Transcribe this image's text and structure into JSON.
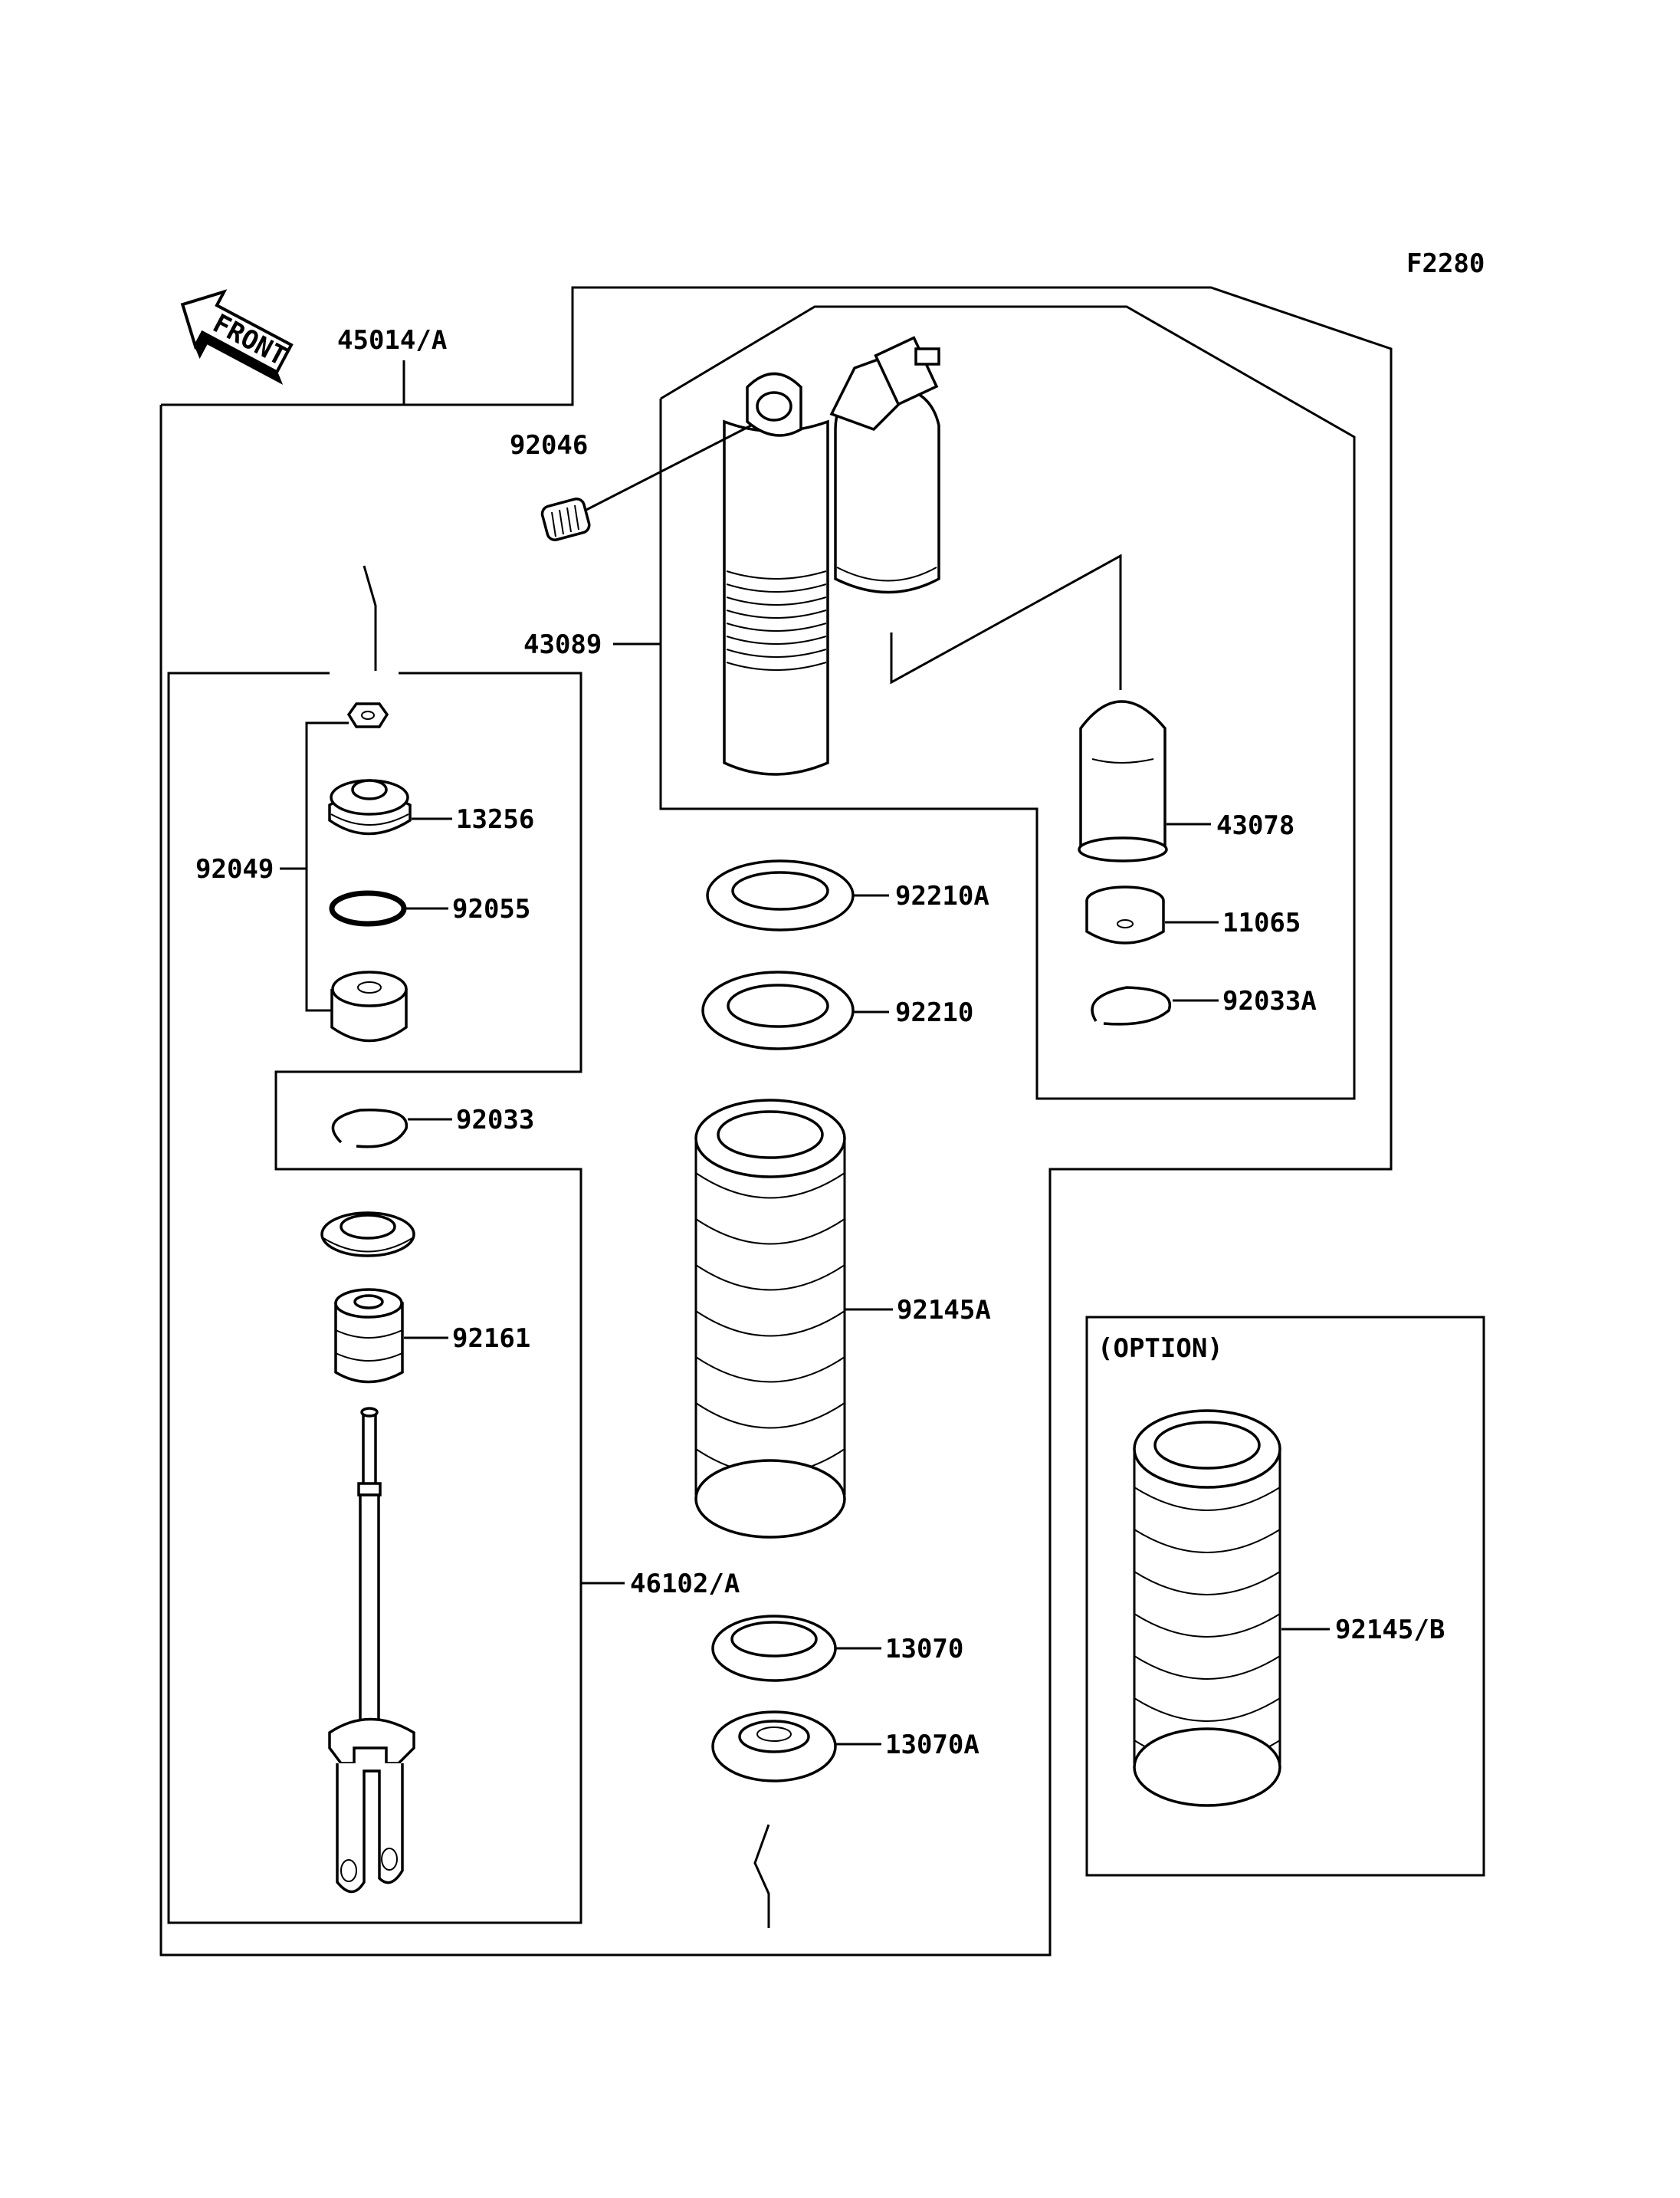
{
  "figure_code": "F2280",
  "front_label": "FRONT",
  "option_label": "(OPTION)",
  "colors": {
    "ink": "#000000",
    "paper": "#ffffff"
  },
  "callouts": {
    "c45014A": "45014/A",
    "c92046": "92046",
    "c43089": "43089",
    "c43078": "43078",
    "c11065": "11065",
    "c92033A": "92033A",
    "c92210A": "92210A",
    "c92210": "92210",
    "c92145A": "92145A",
    "c13070": "13070",
    "c13070A": "13070A",
    "c13256": "13256",
    "c92049": "92049",
    "c92055": "92055",
    "c92033": "92033",
    "c92161": "92161",
    "c46102A": "46102/A",
    "c92145B": "92145/B"
  }
}
